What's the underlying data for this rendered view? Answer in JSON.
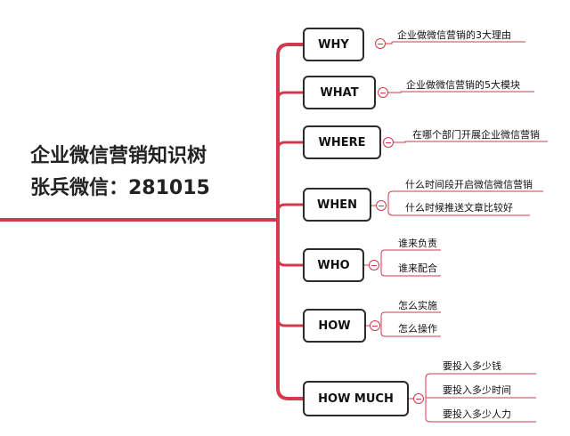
{
  "root": {
    "title_line1": "企业微信营销知识树",
    "title_line2": "张兵微信：281015"
  },
  "colors": {
    "branch": "#d23a4e",
    "node_border": "#2b2b2b"
  },
  "branches": [
    {
      "label": "WHY",
      "leaves": [
        "企业做微信营销的3大理由"
      ]
    },
    {
      "label": "WHAT",
      "leaves": [
        "企业做微信营销的5大模块"
      ]
    },
    {
      "label": "WHERE",
      "leaves": [
        "在哪个部门开展企业微信营销"
      ]
    },
    {
      "label": "WHEN",
      "leaves": [
        "什么时间段开启微信微信营销",
        "什么时候推送文章比较好"
      ]
    },
    {
      "label": "WHO",
      "leaves": [
        "谁来负责",
        "谁来配合"
      ]
    },
    {
      "label": "HOW",
      "leaves": [
        "怎么实施",
        "怎么操作"
      ]
    },
    {
      "label": "HOW MUCH",
      "leaves": [
        "要投入多少钱",
        "要投入多少时间",
        "要投入多少人力"
      ]
    }
  ]
}
